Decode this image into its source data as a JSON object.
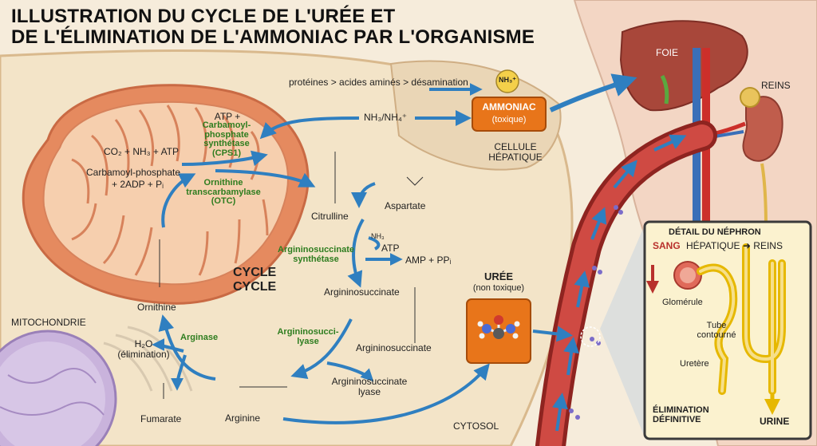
{
  "title_line1": "ILLUSTRATION DU CYCLE DE L'URÉE ET",
  "title_line2": "DE L'ÉLIMINATION DE L'AMMONIAC PAR L'ORGANISME",
  "labels": {
    "proteins_path": "protéines > acides aminés > désamination",
    "nh3_badge": "NH₃⁺",
    "ammoniac": "AMMONIAC",
    "toxique": "(toxique)",
    "nh3_nh4": "NH₃/NH₄⁺",
    "cellule_hepatique_1": "CELLULE",
    "cellule_hepatique_2": "HÉPATIQUE",
    "foie": "FOIE",
    "reins": "REINS",
    "atp_plus": "ATP +",
    "cps1_1": "Carbamoyl-",
    "cps1_2": "phosphate",
    "cps1_3": "synthétase",
    "cps1_4": "(CPS1)",
    "co2_nh3_atp": "CO₂ + NH₃ + ATP",
    "carbamoyl_phosphate": "Carbamoyl-phosphate",
    "adp_pi": "+ 2ADP + Pᵢ",
    "otc_1": "Ornithine",
    "otc_2": "transcarbamylase",
    "otc_3": "(OTC)",
    "citrulline": "Citrulline",
    "aspartate": "Aspartate",
    "as_synth_1": "Argininosuccinate",
    "as_synth_2": "synthétase",
    "atp": "ATP",
    "amp_ppi": "AMP + PPᵢ",
    "nh3_small": "NH₃",
    "cycle_1": "CYCLE",
    "cycle_2": "CYCLE",
    "argininosuccinate_1": "Argininosuccinate",
    "argininosuccinate_2": "Argininosuccinate",
    "as_lyase_1": "Argininosucci-",
    "as_lyase_2": "lyase",
    "as_lyase_label_1": "Argininosuccinate",
    "as_lyase_label_2": "lyase",
    "ornithine": "Ornithine",
    "arginase": "Arginase",
    "h2o": "H₂O",
    "elimination": "(élimination)",
    "fumarate": "Fumarate",
    "arginine": "Arginine",
    "mitochondrie": "MITOCHONDRIE",
    "cytosol": "CYTOSOL",
    "uree": "URÉE",
    "non_toxique": "(non toxique)",
    "nephron_title": "DÉTAIL DU NÉPHRON",
    "sang": "SANG",
    "hepatique_reins": "HÉPATIQUE ➜ REINS",
    "glomerule": "Glomérule",
    "tube_1": "Tube",
    "tube_2": "contourné",
    "uretere": "Uretère",
    "elim_def_1": "ÉLIMINATION",
    "elim_def_2": "DÉFINITIVE",
    "urine": "URINE"
  },
  "colors": {
    "enzyme": "#2e7d1f",
    "arrow": "#2f7fc0",
    "mitochondria": "#e58a5f",
    "ammoniac_box": "#e8751a",
    "uree_box": "#e8751a",
    "blood_vessel": "#b8302c",
    "liver": "#a8473a",
    "nephron_border": "#3a3a3a",
    "nephron_bg": "#fbf2cf"
  },
  "icons": {
    "uree_molecule": "urea-molecule-icon",
    "nephron_arrow": "arrow-down-icon"
  }
}
